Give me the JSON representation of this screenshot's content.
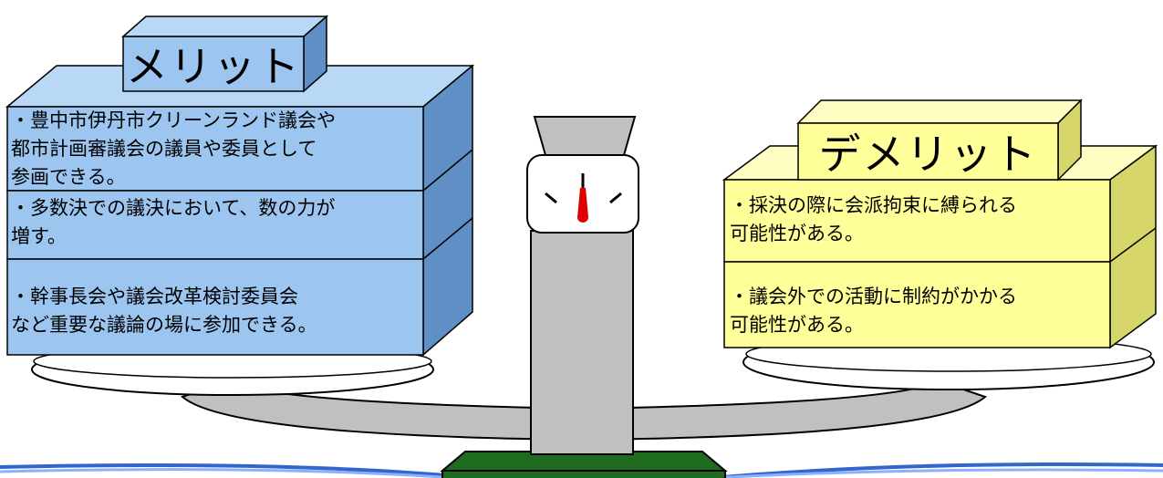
{
  "merits": {
    "title": "メリット",
    "items": [
      "・豊中市伊丹市クリーンランド議会や\n都市計画審議会の議員や委員として\n参画できる。",
      "・多数決での議決において、数の力が\n増す。",
      "・幹事長会や議会改革検討委員会\nなど重要な議論の場に参加できる。"
    ]
  },
  "demerits": {
    "title": "デメリット",
    "items": [
      "・採決の際に会派拘束に縛られる\n 可能性がある。",
      "・議会外での活動に制約がかかる\n 可能性がある。"
    ]
  },
  "colors": {
    "merit_face": "#9cc5f0",
    "merit_side": "#5f8fc4",
    "merit_top": "#b9d8f6",
    "demerit_face": "#ffff99",
    "demerit_side": "#d6d66b",
    "demerit_top": "#ffffc4",
    "scale_gray": "#c0c0c0",
    "needle_red": "#e00000",
    "base_green": "#1f6b1f",
    "floor_blue": "#3366cc"
  }
}
